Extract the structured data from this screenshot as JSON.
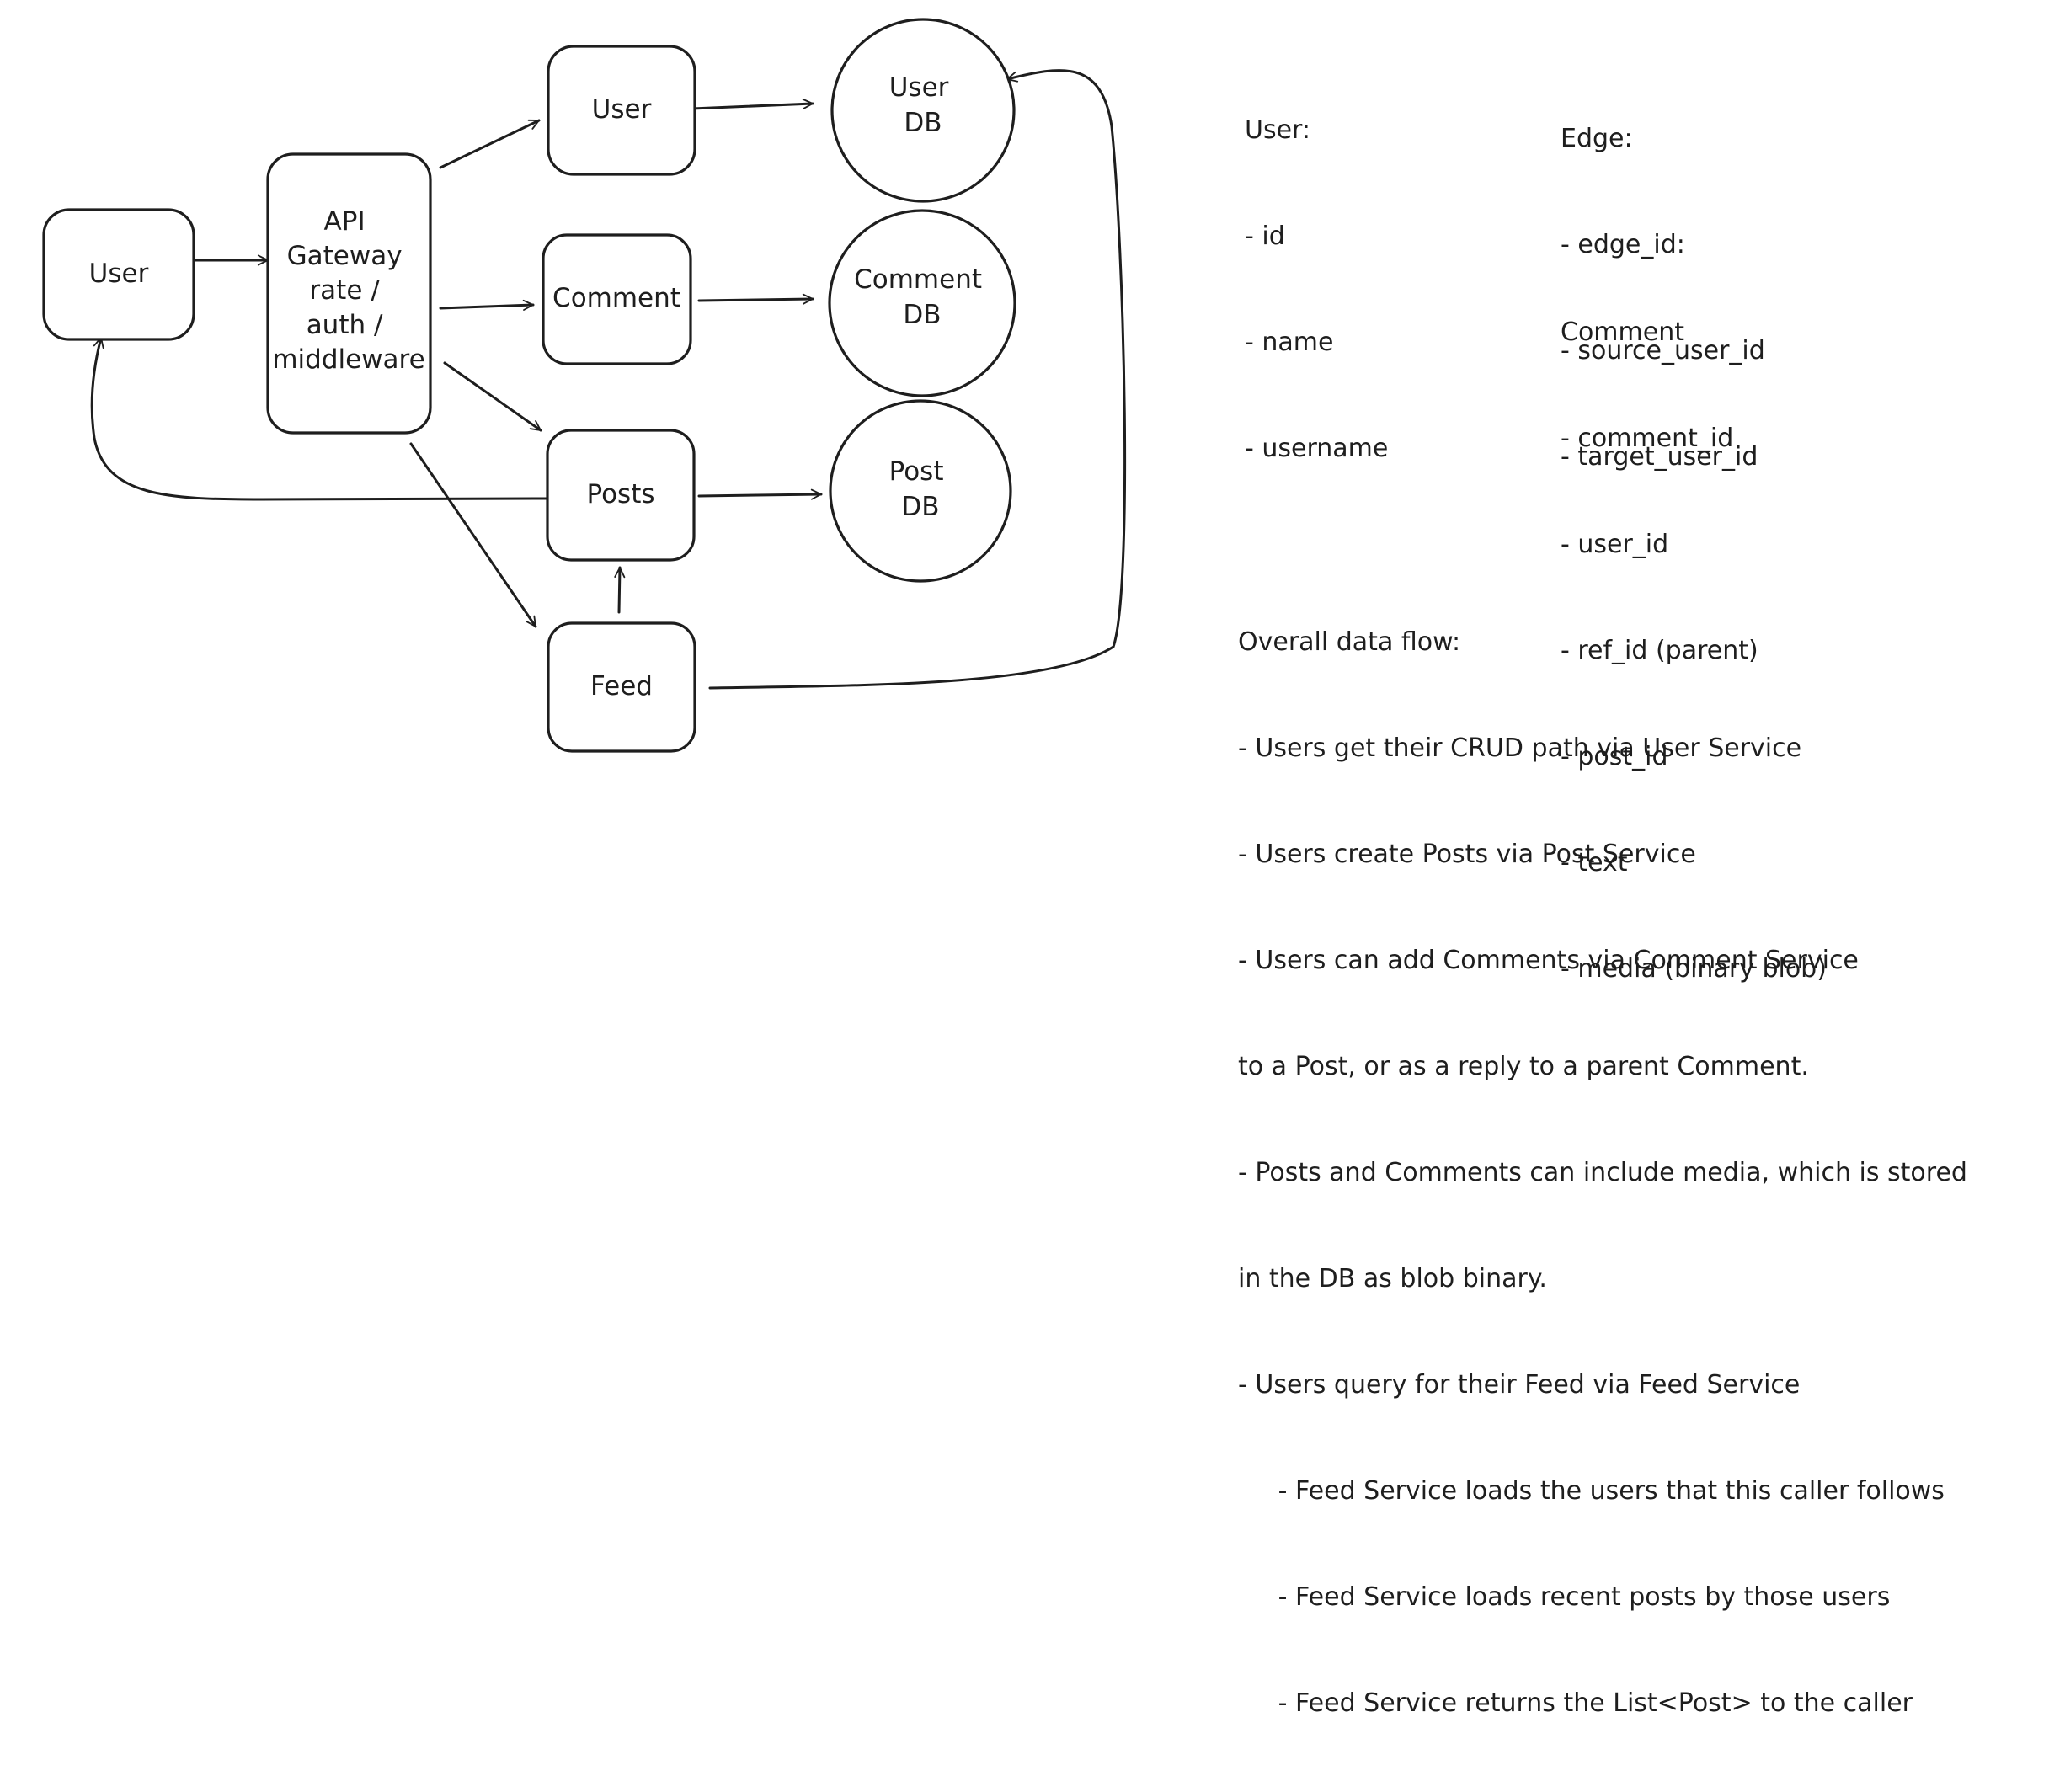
{
  "diagram": {
    "nodes": {
      "client": [
        "User"
      ],
      "gateway": [
        "API",
        "Gateway",
        "rate /",
        "auth /",
        "middleware"
      ],
      "user_service": [
        "User"
      ],
      "comment_service": [
        "Comment"
      ],
      "posts_service": [
        "Posts"
      ],
      "feed_service": [
        "Feed"
      ],
      "user_db": [
        "User",
        "DB"
      ],
      "comment_db": [
        "Comment",
        "DB"
      ],
      "post_db": [
        "Post",
        "DB"
      ]
    },
    "edges": [
      {
        "from": "client",
        "to": "gateway"
      },
      {
        "from": "gateway",
        "to": "user_service"
      },
      {
        "from": "gateway",
        "to": "comment_service"
      },
      {
        "from": "gateway",
        "to": "posts_service"
      },
      {
        "from": "gateway",
        "to": "feed_service"
      },
      {
        "from": "user_service",
        "to": "user_db"
      },
      {
        "from": "comment_service",
        "to": "comment_db"
      },
      {
        "from": "posts_service",
        "to": "post_db"
      },
      {
        "from": "feed_service",
        "to": "posts_service"
      },
      {
        "from": "feed_service",
        "to": "user_db"
      },
      {
        "from": "posts_service",
        "to": "client"
      }
    ]
  },
  "schemas": {
    "user": {
      "title": "User:",
      "fields": [
        "- id",
        "- name",
        "- username"
      ]
    },
    "edge": {
      "title": "Edge:",
      "fields": [
        "- edge_id:",
        "- source_user_id",
        "- target_user_id"
      ]
    },
    "comment": {
      "title": "Comment",
      "fields": [
        "- comment_id",
        "- user_id",
        "- ref_id (parent)",
        "- post_id",
        "- text",
        "- media (binary blob)"
      ]
    }
  },
  "data_flow": {
    "title": "Overall data flow:",
    "lines": [
      "- Users get their CRUD path via User Service",
      "- Users create Posts via Post Service",
      "- Users can add Comments via Comment Service",
      "to a Post, or as a reply to a parent Comment.",
      "- Posts and Comments can include media, which is stored",
      "in the DB as blob binary.",
      "- Users query for their Feed via Feed Service",
      "     - Feed Service loads the users that this caller follows",
      "     - Feed Service loads recent posts by those users",
      "     - Feed Service returns the List<Post> to the caller"
    ]
  }
}
